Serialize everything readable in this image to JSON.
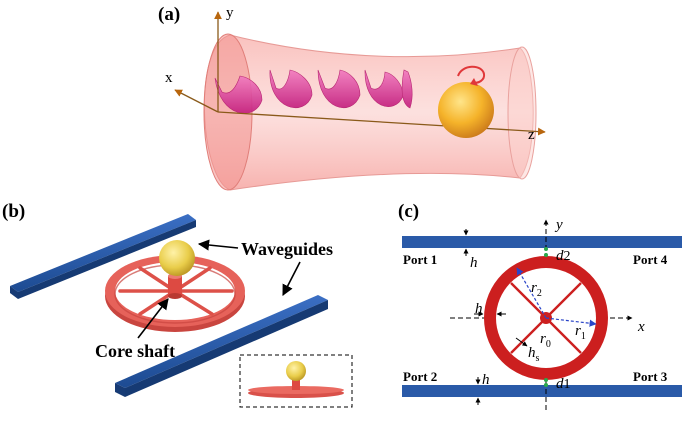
{
  "panel_a": {
    "label": "(a)",
    "axis_y": "y",
    "axis_x": "x",
    "axis_z": "z"
  },
  "panel_b": {
    "label": "(b)",
    "waveguides_label": "Waveguides",
    "core_shaft_label": "Core shaft"
  },
  "panel_c": {
    "label": "(c)",
    "port1": "Port 1",
    "port2": "Port 2",
    "port3": "Port 3",
    "port4": "Port 4",
    "axis_x": "x",
    "axis_y": "y",
    "h": "h",
    "h_s_base": "h",
    "h_s_sub": "s",
    "d2_base": "d",
    "d2_sub": "2",
    "d1_base": "d",
    "d1_sub": "1",
    "r0_base": "r",
    "r0_sub": "0",
    "r1_base": "r",
    "r1_sub": "1",
    "r2_base": "r",
    "r2_sub": "2"
  },
  "colors": {
    "beam": "#f7a9a6",
    "helix": "#e3409b",
    "sphere": "#f5b32a",
    "ring": "#dd4a42",
    "waveguide": "#214f98",
    "ring_c": "#cc1f1f",
    "ring_c_inner": "#ffffff"
  }
}
